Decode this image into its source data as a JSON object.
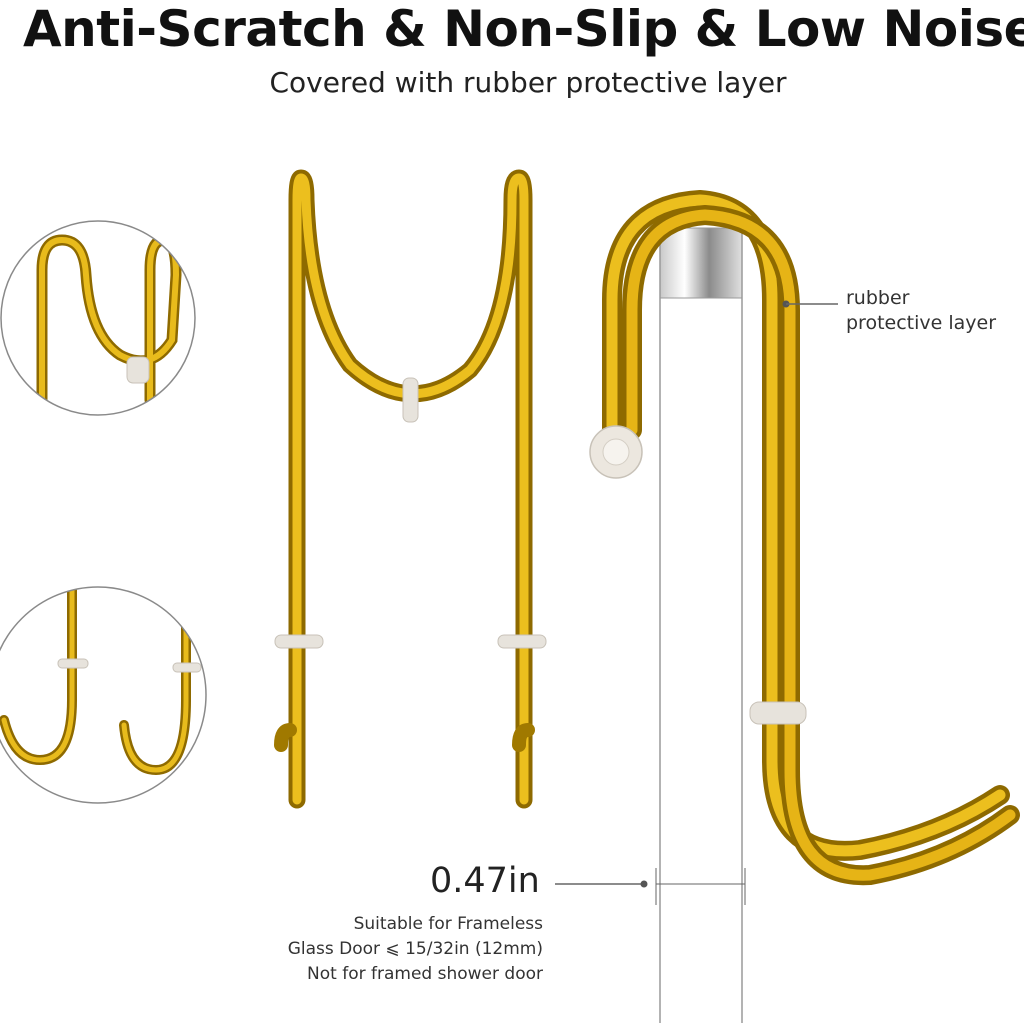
{
  "header": {
    "title": "Anti-Scratch & Non-Slip & Low Noise",
    "subtitle": "Covered with rubber protective layer"
  },
  "callout": {
    "line1": "rubber",
    "line2": "protective layer"
  },
  "measurement": {
    "value": "0.47in"
  },
  "compatibility": {
    "line1": "Suitable for Frameless",
    "line2": "Glass Door ⩽ 15/32in (12mm)",
    "line3": "Not for framed shower door"
  },
  "colors": {
    "gold": "#d9a80c",
    "gold_dark": "#9a7400",
    "rubber_ring": "#e7e3dc",
    "glass_line": "#9a9a9a"
  }
}
